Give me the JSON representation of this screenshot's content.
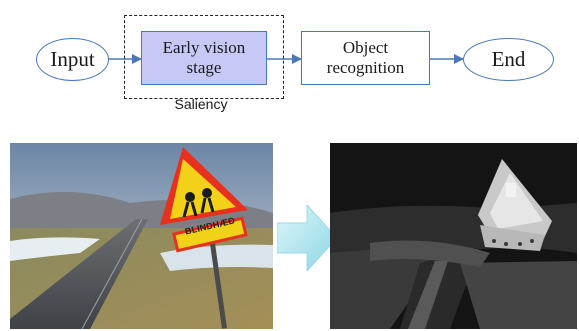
{
  "flow": {
    "input_label": "Input",
    "early_vision_label": "Early vision stage",
    "object_recognition_label": "Object recognition",
    "end_label": "End",
    "saliency_label": "Saliency"
  },
  "photo": {
    "sign_text": "BLINDHÆÐ"
  },
  "colors": {
    "node_border": "#4a78b8",
    "early_vision_fill": "#c7c8f5",
    "arrow": "#4a78b8",
    "transition_arrow": "#a8e6ee"
  }
}
